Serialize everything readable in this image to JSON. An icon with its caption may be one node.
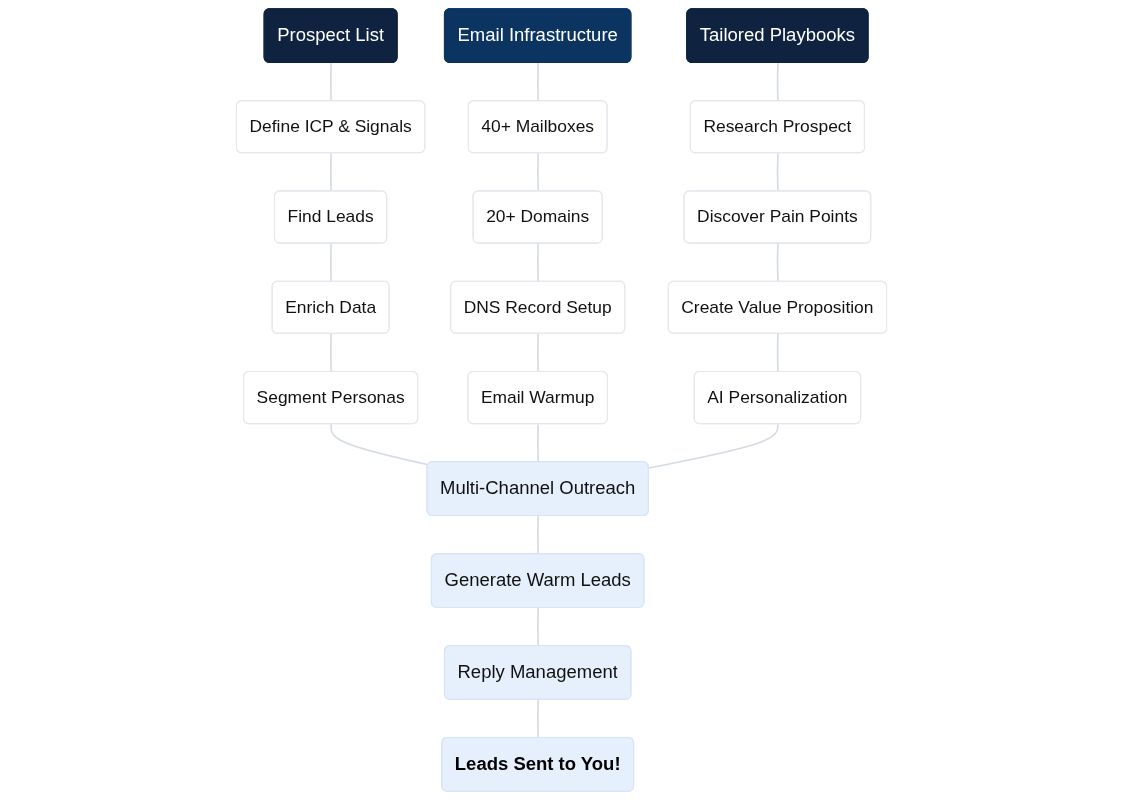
{
  "diagram": {
    "nodes": [
      {
        "text": [
          "Prospect List"
        ]
      },
      {
        "text": [
          "Email Infrastructure"
        ]
      },
      {
        "text": [
          "Tailored Playbooks"
        ]
      },
      {
        "text": [
          "Define ICP & Signals"
        ]
      },
      {
        "text": [
          "40+ Mailboxes"
        ]
      },
      {
        "text": [
          "Research Prospect"
        ]
      },
      {
        "text": [
          "Find Leads"
        ]
      },
      {
        "text": [
          "20+ Domains"
        ]
      },
      {
        "text": [
          "Discover Pain Points"
        ]
      },
      {
        "text": [
          "Enrich Data"
        ]
      },
      {
        "text": [
          "DNS Record Setup"
        ]
      },
      {
        "text": [
          "Create Value Proposition"
        ]
      },
      {
        "text": [
          "Segment Personas"
        ]
      },
      {
        "text": [
          "Email Warmup"
        ]
      },
      {
        "text": [
          "AI Personalization"
        ]
      },
      {
        "text": [
          "Multi-Channel Outreach"
        ]
      },
      {
        "text": [
          "Generate Warm Leads"
        ]
      },
      {
        "text": [
          "Reply Management"
        ]
      },
      {
        "text": [
          "Leads Sent to You!"
        ]
      }
    ],
    "edges": [
      {
        "from": 0,
        "to": 3,
        "arrow": "none"
      },
      {
        "from": 1,
        "to": 4,
        "arrow": "none"
      },
      {
        "from": 2,
        "to": 5,
        "arrow": "none"
      },
      {
        "from": 3,
        "to": 6,
        "arrow": "none"
      },
      {
        "from": 4,
        "to": 7,
        "arrow": "none"
      },
      {
        "from": 5,
        "to": 8,
        "arrow": "none"
      },
      {
        "from": 6,
        "to": 9,
        "arrow": "none"
      },
      {
        "from": 7,
        "to": 10,
        "arrow": "none"
      },
      {
        "from": 8,
        "to": 11,
        "arrow": "none"
      },
      {
        "from": 9,
        "to": 12,
        "arrow": "none"
      },
      {
        "from": 10,
        "to": 13,
        "arrow": "none"
      },
      {
        "from": 11,
        "to": 14,
        "arrow": "none"
      },
      {
        "from": 12,
        "to": 15,
        "arrow": "none"
      },
      {
        "from": 13,
        "to": 15,
        "arrow": "none"
      },
      {
        "from": 14,
        "to": 15,
        "arrow": "none"
      },
      {
        "from": 15,
        "to": 16,
        "arrow": "none"
      },
      {
        "from": 16,
        "to": 17,
        "arrow": "none"
      },
      {
        "from": 17,
        "to": 18,
        "arrow": "none"
      }
    ]
  }
}
